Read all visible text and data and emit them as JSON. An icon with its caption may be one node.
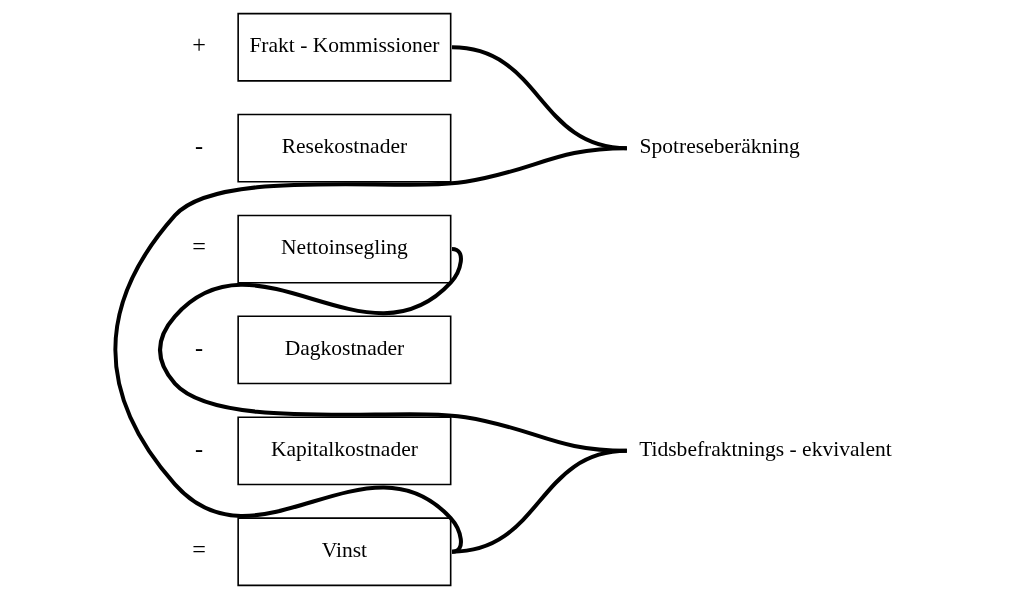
{
  "diagram": {
    "nodes": [
      {
        "text": [
          "Frakt - Kommissioner"
        ],
        "beside": [
          "+"
        ]
      },
      {
        "text": [
          "Resekostnader"
        ],
        "beside": [
          "-"
        ]
      },
      {
        "text": [
          "Nettoinsegling"
        ],
        "beside": [
          "="
        ]
      },
      {
        "text": [
          "Dagkostnader"
        ],
        "beside": [
          "-"
        ]
      },
      {
        "text": [
          "Kapitalkostnader"
        ],
        "beside": [
          "-"
        ]
      },
      {
        "text": [
          "Vinst"
        ],
        "beside": [
          "="
        ]
      },
      {
        "text": [
          "Spotreseberäkning"
        ]
      },
      {
        "text": [
          "Tidsbefraktnings - ekvivalent"
        ]
      }
    ],
    "edges": [
      {
        "from": 0,
        "to": 6,
        "arrow": "none"
      },
      {
        "from": 5,
        "to": 6,
        "arrow": "none"
      },
      {
        "from": 2,
        "to": 7,
        "arrow": "none"
      },
      {
        "from": 5,
        "to": 7,
        "arrow": "none"
      }
    ]
  }
}
